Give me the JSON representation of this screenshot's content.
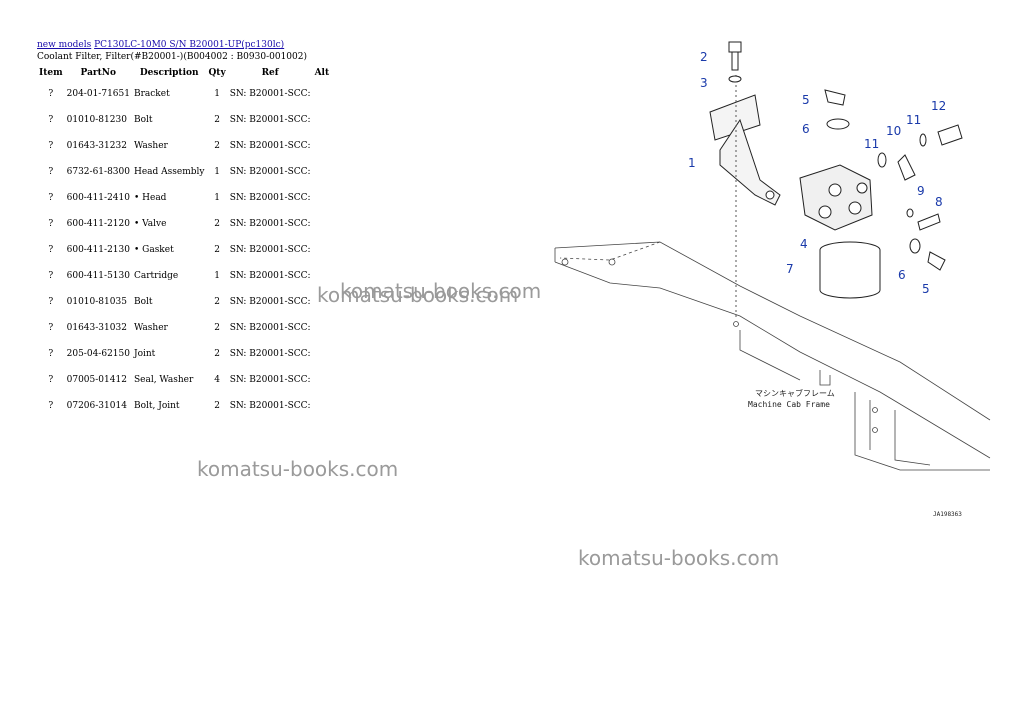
{
  "breadcrumb": {
    "link1": "new models",
    "link2": "PC130LC-10M0 S/N B20001-UP(pc130lc)"
  },
  "subtitle": "Coolant Filter, Filter(#B20001-)(B004002 : B0930-001002)",
  "table": {
    "headers": [
      "Item",
      "PartNo",
      "Description",
      "Qty",
      "Ref",
      "Alt"
    ],
    "rows": [
      {
        "item": "?",
        "partno": "204-01-71651",
        "desc": "Bracket",
        "qty": "1",
        "ref": "SN: B20001-SCC:"
      },
      {
        "item": "?",
        "partno": "01010-81230",
        "desc": "Bolt",
        "qty": "2",
        "ref": "SN: B20001-SCC:"
      },
      {
        "item": "?",
        "partno": "01643-31232",
        "desc": "Washer",
        "qty": "2",
        "ref": "SN: B20001-SCC:"
      },
      {
        "item": "?",
        "partno": "6732-61-8300",
        "desc": "Head Assembly",
        "qty": "1",
        "ref": "SN: B20001-SCC:"
      },
      {
        "item": "?",
        "partno": "600-411-2410",
        "desc": "• Head",
        "qty": "1",
        "ref": "SN: B20001-SCC:"
      },
      {
        "item": "?",
        "partno": "600-411-2120",
        "desc": "• Valve",
        "qty": "2",
        "ref": "SN: B20001-SCC:"
      },
      {
        "item": "?",
        "partno": "600-411-2130",
        "desc": "• Gasket",
        "qty": "2",
        "ref": "SN: B20001-SCC:"
      },
      {
        "item": "?",
        "partno": "600-411-5130",
        "desc": "Cartridge",
        "qty": "1",
        "ref": "SN: B20001-SCC:"
      },
      {
        "item": "?",
        "partno": "01010-81035",
        "desc": "Bolt",
        "qty": "2",
        "ref": "SN: B20001-SCC:"
      },
      {
        "item": "?",
        "partno": "01643-31032",
        "desc": "Washer",
        "qty": "2",
        "ref": "SN: B20001-SCC:"
      },
      {
        "item": "?",
        "partno": "205-04-62150",
        "desc": "Joint",
        "qty": "2",
        "ref": "SN: B20001-SCC:"
      },
      {
        "item": "?",
        "partno": "07005-01412",
        "desc": "Seal, Washer",
        "qty": "4",
        "ref": "SN: B20001-SCC:"
      },
      {
        "item": "?",
        "partno": "07206-31014",
        "desc": "Bolt, Joint",
        "qty": "2",
        "ref": "SN: B20001-SCC:"
      }
    ]
  },
  "watermarks": [
    "komatsu-books.com",
    "komatsu-books.com",
    "komatsu-books.com",
    "komatsu-books.com"
  ],
  "diagram": {
    "callouts": [
      "1",
      "2",
      "3",
      "4",
      "5",
      "5",
      "6",
      "6",
      "7",
      "8",
      "9",
      "10",
      "11",
      "11",
      "12"
    ],
    "frame_label_jp": "マシンキャブフレーム",
    "frame_label_en": "Machine Cab Frame",
    "code": "JA198363"
  },
  "colors": {
    "link": "#1a0dab",
    "callout": "#1a3aaa",
    "watermark": "#9a9a9a"
  }
}
